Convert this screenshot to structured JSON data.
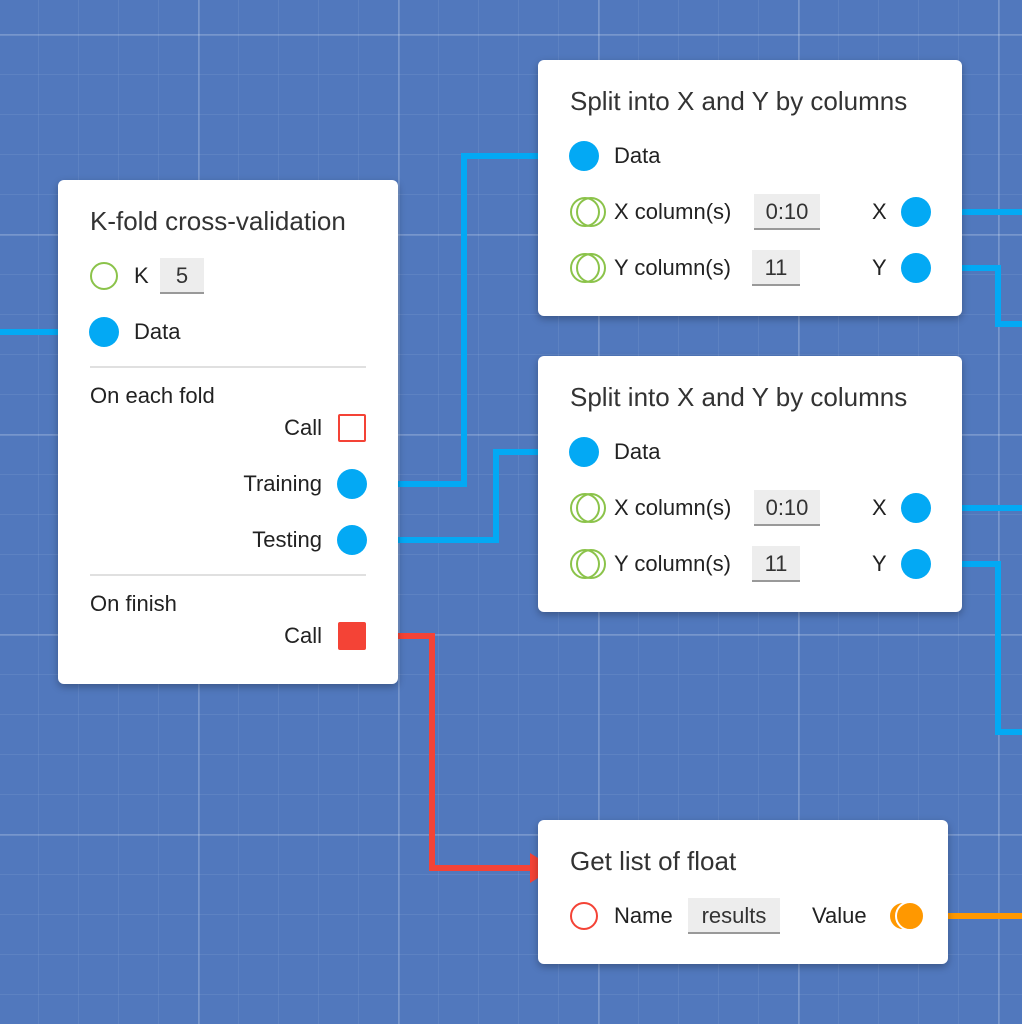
{
  "colors": {
    "canvas": "#5178bd",
    "data_wire": "#03a9f4",
    "control_wire": "#f44336",
    "value_wire": "#ff9800",
    "parameter_port": "#8bc34a"
  },
  "kfold": {
    "title": "K-fold cross-validation",
    "k_label": "K",
    "k_value": "5",
    "data_label": "Data",
    "each_fold_label": "On each fold",
    "each_call_label": "Call",
    "training_label": "Training",
    "testing_label": "Testing",
    "finish_label": "On finish",
    "finish_call_label": "Call"
  },
  "split1": {
    "title": "Split into X and Y by columns",
    "data_label": "Data",
    "x_label": "X column(s)",
    "x_value": "0:10",
    "y_label": "Y column(s)",
    "y_value": "11",
    "x_out": "X",
    "y_out": "Y"
  },
  "split2": {
    "title": "Split into X and Y by columns",
    "data_label": "Data",
    "x_label": "X column(s)",
    "x_value": "0:10",
    "y_label": "Y column(s)",
    "y_value": "11",
    "x_out": "X",
    "y_out": "Y"
  },
  "getlist": {
    "title": "Get list of float",
    "name_label": "Name",
    "name_value": "results",
    "value_label": "Value"
  }
}
